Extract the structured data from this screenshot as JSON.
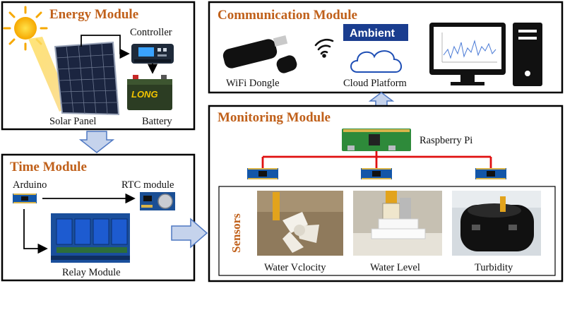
{
  "energy_module": {
    "title": "Energy Module",
    "labels": {
      "controller": "Controller",
      "solar_panel": "Solar Panel",
      "battery": "Battery"
    },
    "battery_brand": "LONG"
  },
  "time_module": {
    "title": "Time Module",
    "labels": {
      "arduino": "Arduino",
      "rtc": "RTC module",
      "relay": "Relay Module"
    }
  },
  "communication_module": {
    "title": "Communication Module",
    "labels": {
      "wifi": "WiFi Dongle",
      "cloud": "Cloud Platform"
    },
    "ambient_logo": "Ambient"
  },
  "monitoring_module": {
    "title": "Monitoring Module",
    "labels": {
      "raspberry": "Raspberry Pi"
    },
    "sensors": {
      "title": "Sensors",
      "items": [
        "Water Vclocity",
        "Water Level",
        "Turbidity"
      ]
    }
  },
  "colors": {
    "module_title": "#c0601a",
    "arrow_fill": "#c5d3ec",
    "arrow_stroke": "#4f78c2",
    "wire": "#e01010",
    "border": "#000000"
  }
}
